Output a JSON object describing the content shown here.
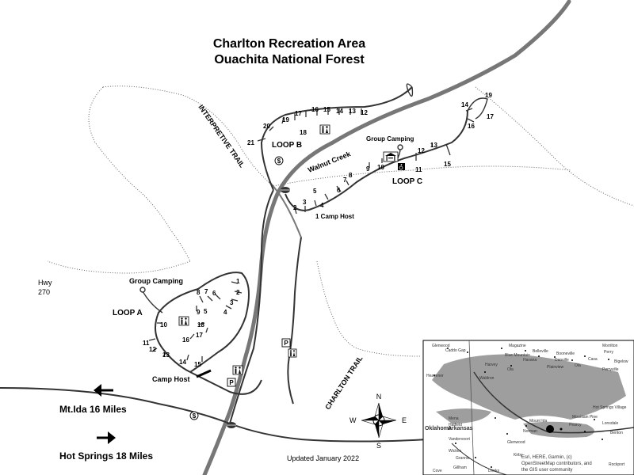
{
  "title": {
    "line1": "Charlton Recreation Area",
    "line2": "Ouachita National Forest"
  },
  "labels": {
    "interpretive_trail": "INTERPRETIVE TRAIL",
    "walnut_creek": "Walnut Creek",
    "charlton_trail": "CHARLTON TRAIL",
    "hwy": "Hwy",
    "hwy_num": "270",
    "loop_a": "LOOP A",
    "loop_b": "LOOP B",
    "loop_c": "LOOP C",
    "group_camping_a": "Group Camping",
    "group_camping_c": "Group Camping",
    "camp_host_a": "Camp Host",
    "camp_host_c": "1 Camp Host",
    "updated": "Updated January 2022"
  },
  "directions": {
    "mt_ida": "Mt.Ida 16 Miles",
    "hot_springs": "Hot Springs 18 Miles"
  },
  "compass": {
    "n": "N",
    "s": "S",
    "e": "E",
    "w": "W"
  },
  "symbols": {
    "parking": "P",
    "fee": "$",
    "restroom": "restroom-icon",
    "accessible": "wheelchair-icon",
    "shelter": "pavilion-icon",
    "entrance": "gate-icon"
  },
  "sites": {
    "loop_a": [
      "1",
      "2",
      "3",
      "4",
      "5",
      "6",
      "7",
      "8",
      "9",
      "10",
      "11",
      "12",
      "13",
      "14",
      "15",
      "16",
      "17",
      "18"
    ],
    "loop_b": [
      "12",
      "13",
      "14",
      "15",
      "16",
      "17",
      "18",
      "19",
      "20",
      "21"
    ],
    "loop_c": [
      "2",
      "3",
      "4",
      "5",
      "6",
      "7",
      "8",
      "9",
      "10",
      "11",
      "12",
      "13",
      "14",
      "15",
      "16",
      "17",
      "19"
    ]
  },
  "inset": {
    "places": [
      "Glenwood",
      "Magazine",
      "Booneville",
      "Danville",
      "Ola",
      "Casa",
      "Perryville",
      "Caddo Gap",
      "Blue Mountain",
      "Belleville",
      "Heavener",
      "Waldron",
      "Oklahoma",
      "Arkansas",
      "Mount Ida",
      "Norman",
      "Hot Springs Village",
      "Mountain Pine",
      "Lonsdale",
      "Benton",
      "Pearcy",
      "Mena",
      "Wickes",
      "Vandervoort",
      "Gillham",
      "Dierks",
      "Glenwood",
      "Kirby",
      "Hatfield",
      "Grannis",
      "Ola",
      "Plainview",
      "Harvey",
      "Havana",
      "Cove",
      "Perry",
      "Bigelow",
      "Morrilton",
      "Rockport"
    ],
    "attribution_1": "Esri, HERE, Garmin, (c)",
    "attribution_2": "OpenStreetMap contributors, and",
    "attribution_3": "the GIS user community"
  },
  "colors": {
    "creek": "#777777",
    "road": "#333333",
    "lake": "#9e9e9e",
    "inset_land": "#d6d6d6"
  }
}
